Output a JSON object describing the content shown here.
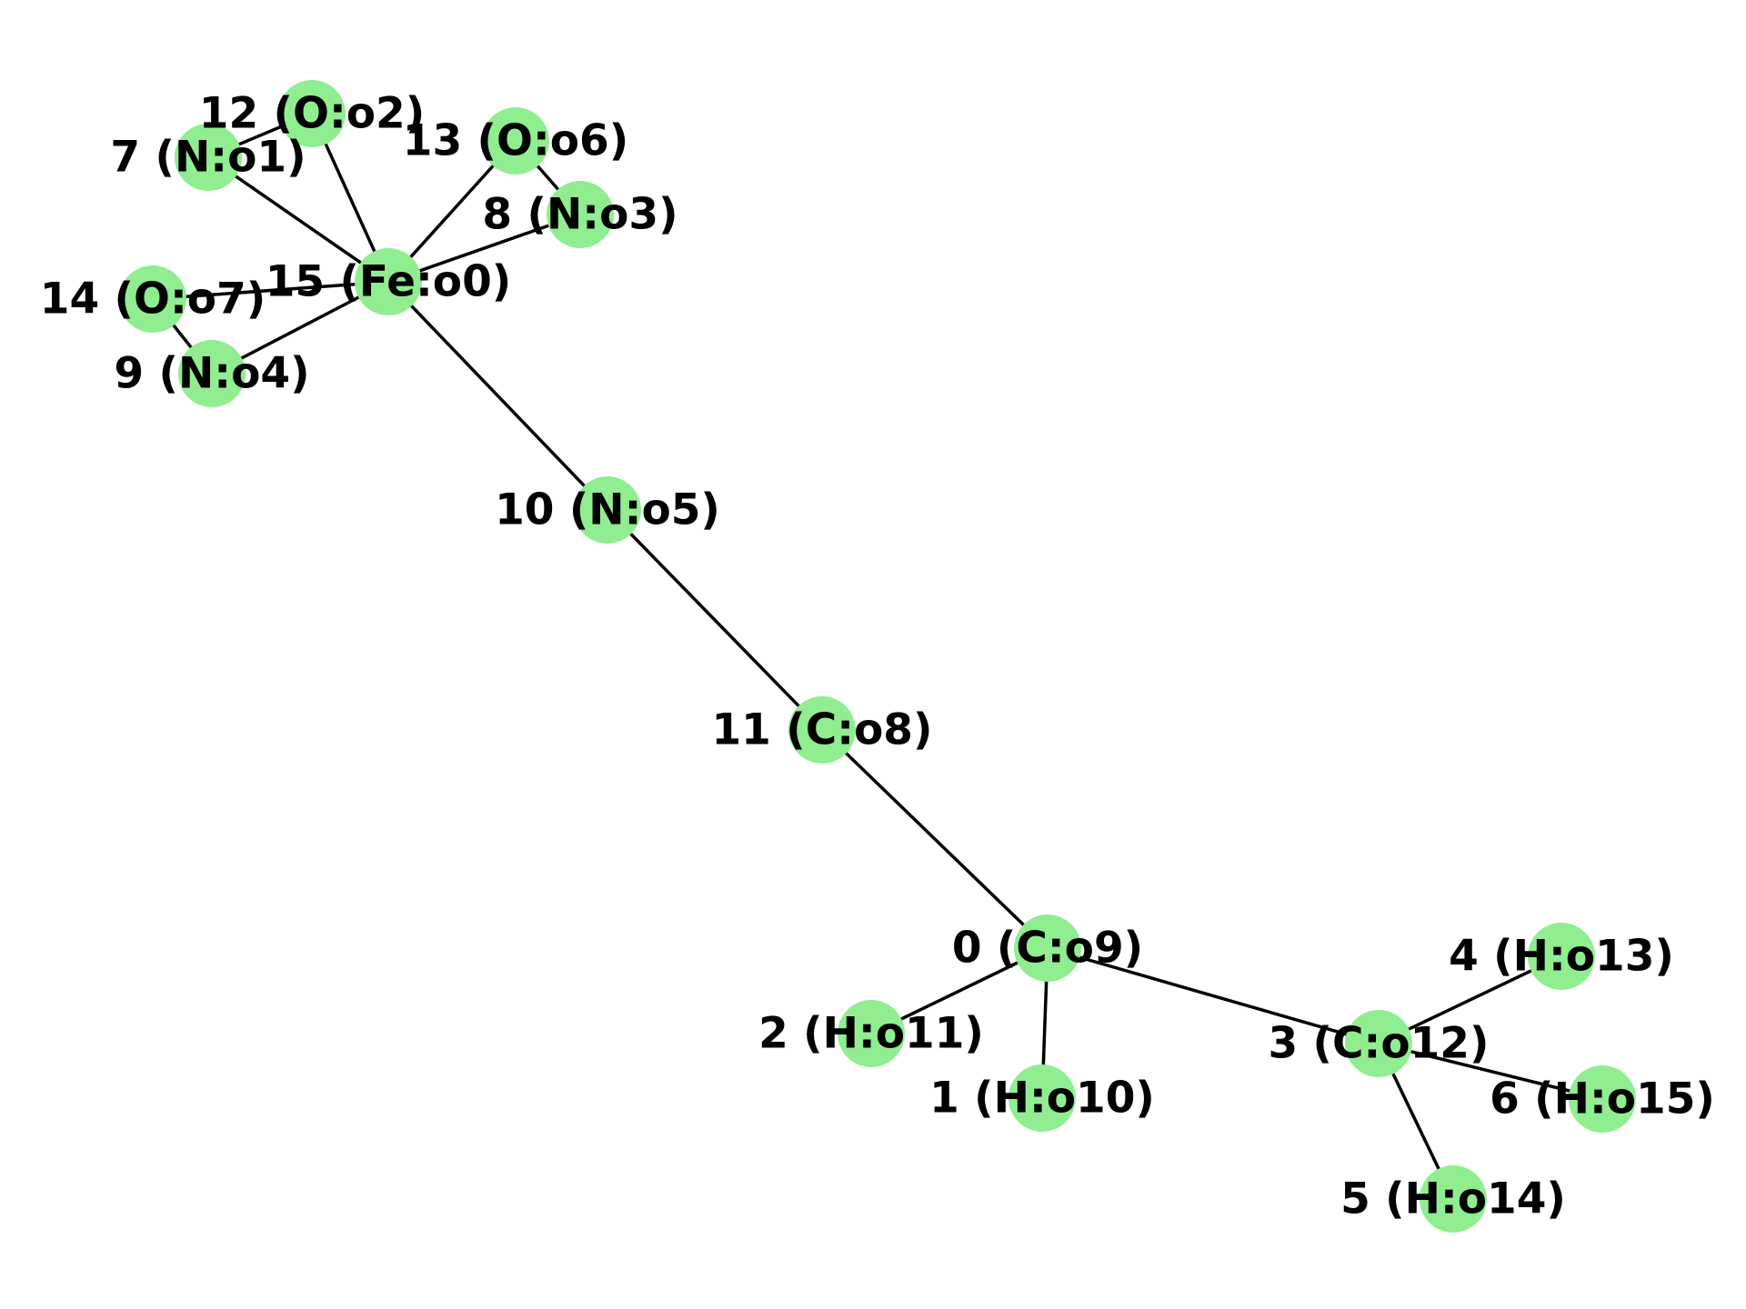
{
  "graph": {
    "node_color": "#90ee90",
    "edge_color": "#000000",
    "label_color": "#000000",
    "nodes": [
      {
        "id": "0",
        "label": "0 (C:o9)"
      },
      {
        "id": "1",
        "label": "1 (H:o10)"
      },
      {
        "id": "2",
        "label": "2 (H:o11)"
      },
      {
        "id": "3",
        "label": "3 (C:o12)"
      },
      {
        "id": "4",
        "label": "4 (H:o13)"
      },
      {
        "id": "5",
        "label": "5 (H:o14)"
      },
      {
        "id": "6",
        "label": "6 (H:o15)"
      },
      {
        "id": "7",
        "label": "7 (N:o1)"
      },
      {
        "id": "8",
        "label": "8 (N:o3)"
      },
      {
        "id": "9",
        "label": "9 (N:o4)"
      },
      {
        "id": "10",
        "label": "10 (N:o5)"
      },
      {
        "id": "11",
        "label": "11 (C:o8)"
      },
      {
        "id": "12",
        "label": "12 (O:o2)"
      },
      {
        "id": "13",
        "label": "13 (O:o6)"
      },
      {
        "id": "14",
        "label": "14 (O:o7)"
      },
      {
        "id": "15",
        "label": "15 (Fe:o0)"
      }
    ],
    "edges": [
      [
        "15",
        "7"
      ],
      [
        "15",
        "12"
      ],
      [
        "15",
        "13"
      ],
      [
        "15",
        "8"
      ],
      [
        "15",
        "14"
      ],
      [
        "15",
        "9"
      ],
      [
        "15",
        "10"
      ],
      [
        "7",
        "12"
      ],
      [
        "13",
        "8"
      ],
      [
        "14",
        "9"
      ],
      [
        "10",
        "11"
      ],
      [
        "11",
        "0"
      ],
      [
        "0",
        "2"
      ],
      [
        "0",
        "1"
      ],
      [
        "0",
        "3"
      ],
      [
        "3",
        "4"
      ],
      [
        "3",
        "6"
      ],
      [
        "3",
        "5"
      ]
    ]
  }
}
